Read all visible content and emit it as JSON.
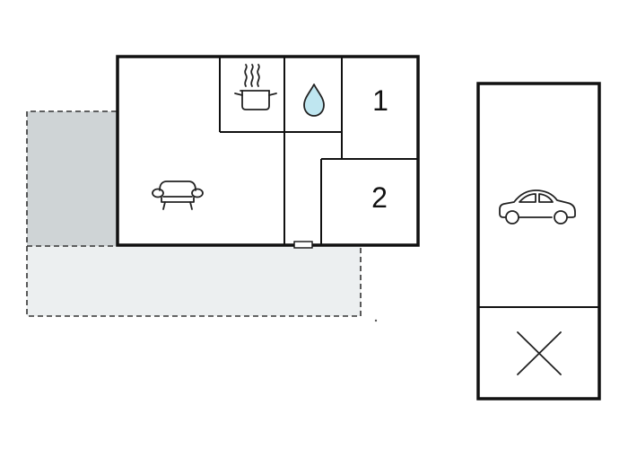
{
  "rooms": {
    "bedroom_1": {
      "label": "1",
      "icon": "bed-number"
    },
    "bedroom_2": {
      "label": "2",
      "icon": "bed-number"
    },
    "kitchen": {
      "icon": "cooking-pot-icon"
    },
    "bathroom": {
      "icon": "water-drop-icon"
    },
    "living_room": {
      "icon": "sofa-icon"
    }
  },
  "outdoor": {
    "terrace": {
      "style": "dashed"
    },
    "parking": {
      "icon": "car-icon"
    },
    "storage": {
      "icon": "cross-icon"
    }
  },
  "colors": {
    "wall": "#111111",
    "covered_terrace": "#cfd4d6",
    "open_terrace": "#eceff0",
    "water_drop": "#bfe6f0",
    "background": "#ffffff"
  }
}
